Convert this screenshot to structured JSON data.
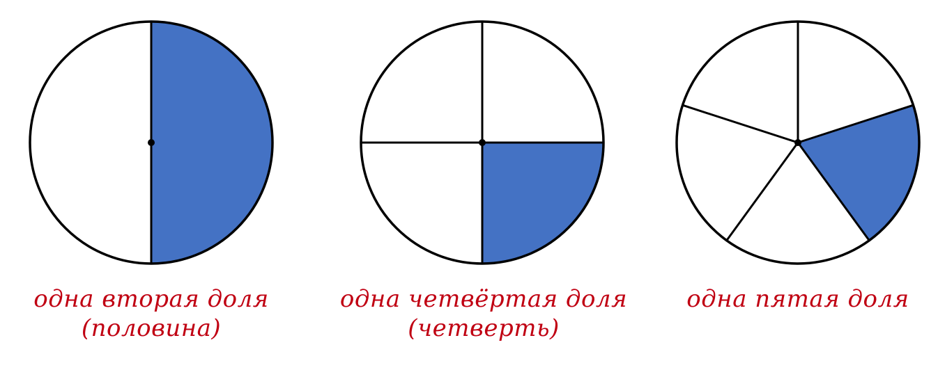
{
  "colors": {
    "fill": "#4472c4",
    "stroke": "#000000",
    "caption": "#c00012",
    "background": "#ffffff"
  },
  "diagrams": [
    {
      "parts": 2,
      "shaded_index": 0,
      "caption": [
        "одна вторая доля",
        "(половина)"
      ]
    },
    {
      "parts": 4,
      "shaded_index": 1,
      "caption": [
        "одна четвёртая доля",
        "(четверть)"
      ]
    },
    {
      "parts": 5,
      "shaded_index": 1,
      "caption": [
        "одна пятая доля"
      ]
    }
  ]
}
